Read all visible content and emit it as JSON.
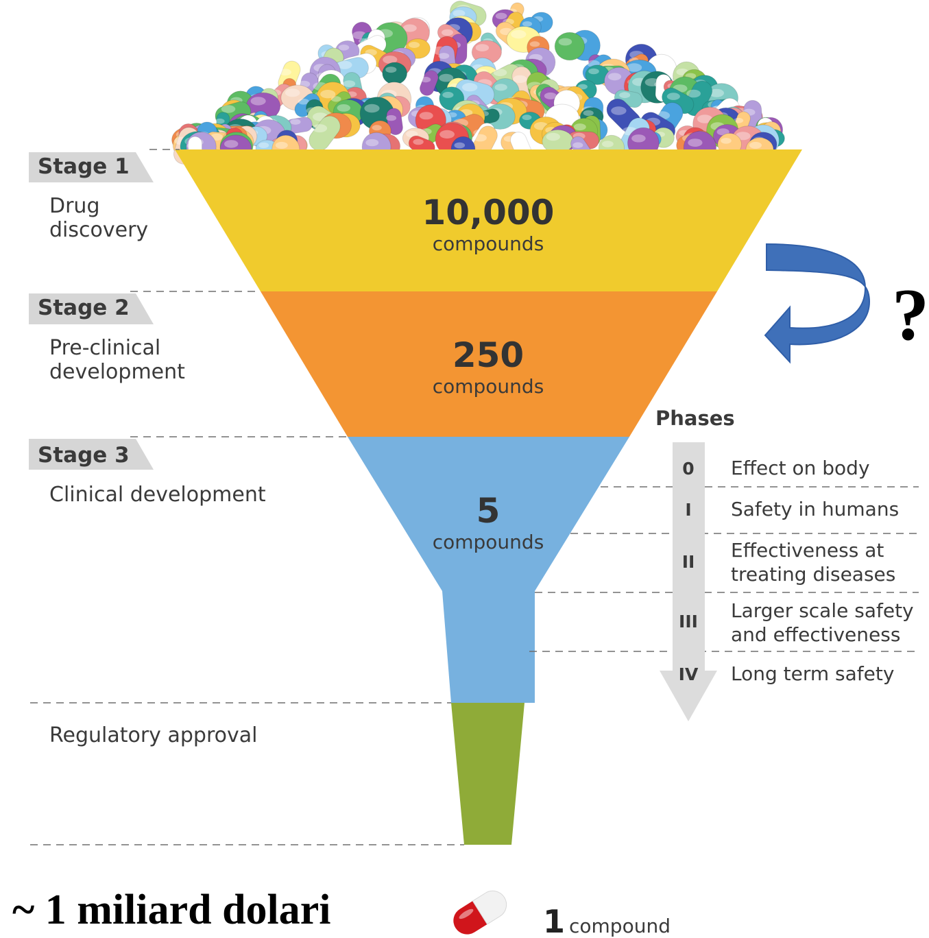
{
  "stages": [
    {
      "tag": "Stage 1",
      "lines": [
        "Drug",
        "discovery"
      ],
      "count": "10,000",
      "unit": "compounds",
      "color": "#f0cb2d"
    },
    {
      "tag": "Stage 2",
      "lines": [
        "Pre-clinical",
        "development"
      ],
      "count": "250",
      "unit": "compounds",
      "color": "#f39533"
    },
    {
      "tag": "Stage 3",
      "lines": [
        "Clinical development"
      ],
      "count": "5",
      "unit": "compounds",
      "color": "#77b1df"
    }
  ],
  "regulatory": {
    "label": "Regulatory approval",
    "color": "#8fab38"
  },
  "phases": {
    "title": "Phases",
    "items": [
      {
        "num": "0",
        "lines": [
          "Effect on body"
        ]
      },
      {
        "num": "I",
        "lines": [
          "Safety in humans"
        ]
      },
      {
        "num": "II",
        "lines": [
          "Effectiveness at",
          "treating diseases"
        ]
      },
      {
        "num": "III",
        "lines": [
          "Larger scale safety",
          "and effectiveness"
        ]
      },
      {
        "num": "IV",
        "lines": [
          "Long term safety"
        ]
      }
    ]
  },
  "result": {
    "count": "1",
    "unit": "compound"
  },
  "cost_label": "~ 1 miliard dolari",
  "question_mark": "?",
  "colors": {
    "arrow_blue": "#3f70b9",
    "tag_gray": "#d6d6d6",
    "dashed_line": "#6e6e6e",
    "text_dark": "#3a3a3a"
  }
}
